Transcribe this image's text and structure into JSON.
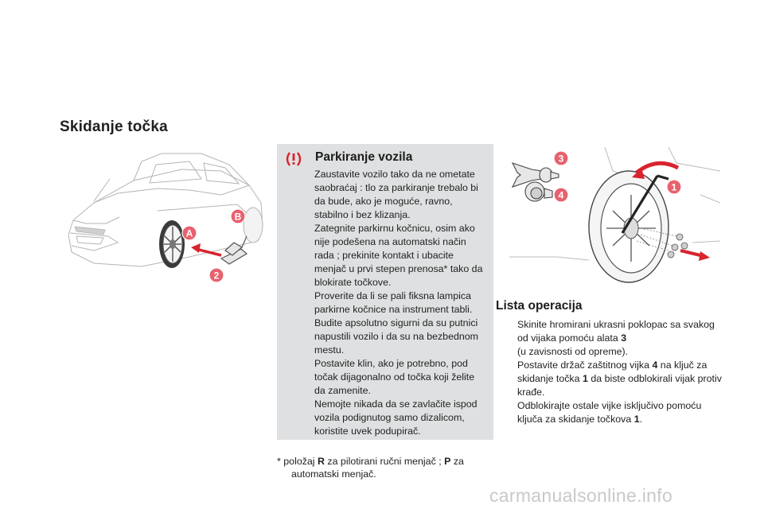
{
  "page": {
    "title": "Skidanje točka"
  },
  "warning_box": {
    "title": "Parkiranje vozila",
    "paragraphs": [
      "Zaustavite vozilo tako da ne ometate saobraćaj : tlo za parkiranje trebalo bi da bude, ako je moguće, ravno, stabilno i bez klizanja.",
      "Zategnite parkirnu kočnicu, osim ako nije podešena na automatski način rada ; prekinite kontakt i ubacite menjač u prvi stepen prenosa* tako da blokirate točkove.",
      "Proverite da li se pali fiksna lampica parkirne kočnice na instrument tabli.",
      "Budite apsolutno sigurni da su putnici napustili vozilo i da su na bezbednom mestu.",
      "Postavite klin, ako je potrebno, pod točak dijagonalno od točka koji želite da zamenite.",
      "Nemojte nikada da se zavlačite ispod vozila podignutog samo dizalicom, koristite uvek podupirač."
    ]
  },
  "footnote": {
    "mark": "*",
    "t1": "položaj",
    "r": "R",
    "t2": "za pilotirani ručni menjač ;",
    "p": "P",
    "t3": "za",
    "t4": "automatski menjač."
  },
  "left_figure": {
    "callouts": [
      "A",
      "B",
      "2"
    ]
  },
  "right_figure": {
    "callouts": [
      "3",
      "4",
      "1"
    ]
  },
  "operations": {
    "title": "Lista operacija",
    "bullet": "",
    "items": [
      {
        "t1": "Skinite hromirani ukrasni poklopac sa svakog od vijaka pomoću alata",
        "b": "3",
        "t2": "(u zavisnosti od opreme)."
      },
      {
        "t1": "Postavite držač zaštitnog vijka",
        "b": "4",
        "t2": "na ključ za skidanje točka",
        "b2": "1",
        "t3": "da biste odblokirali vijak protiv krađe."
      },
      {
        "t1": "Odblokirajte ostale vijke isključivo pomoću ključa za skidanje točkova",
        "b": "1",
        "t2": "."
      }
    ]
  },
  "watermark": "carmanualsonline.info",
  "colors": {
    "callout": "#e8616e",
    "arrow": "#d9232e",
    "box_bg": "#dfe0e1",
    "warning": "#d9232e"
  }
}
